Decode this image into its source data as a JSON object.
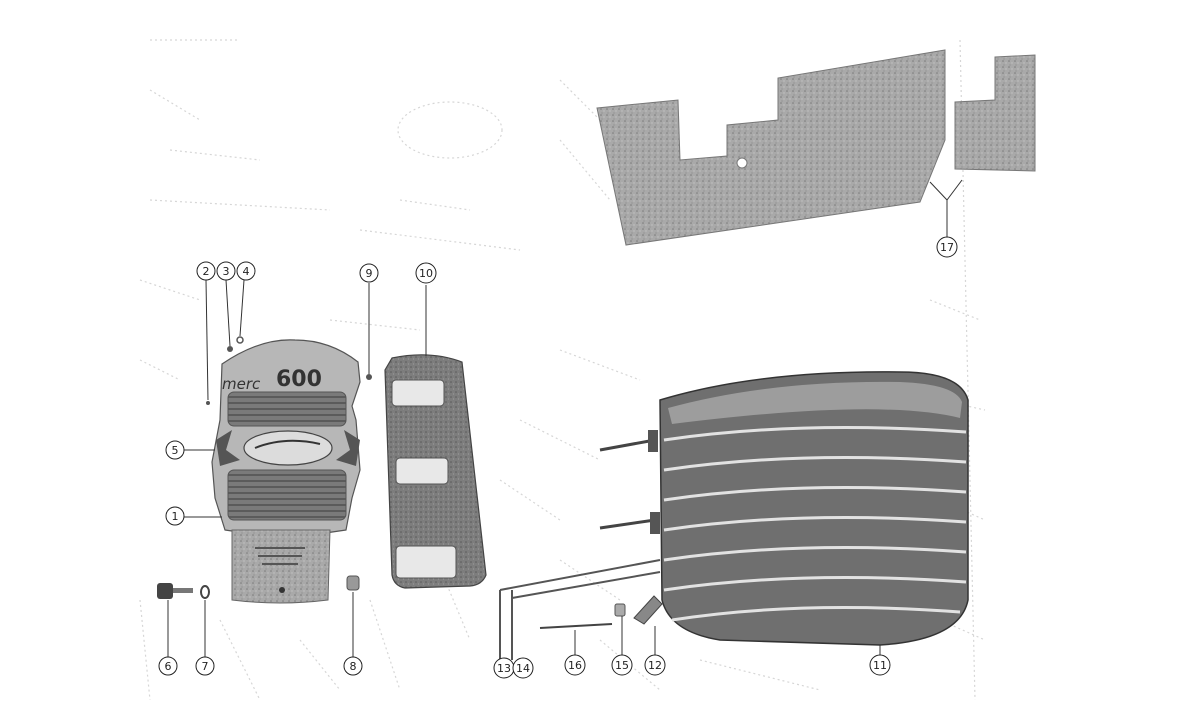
{
  "diagram": {
    "brand_label": "merc",
    "brand_number": "600",
    "callouts": [
      {
        "id": "c1",
        "label": "1"
      },
      {
        "id": "c2",
        "label": "2"
      },
      {
        "id": "c3",
        "label": "3"
      },
      {
        "id": "c4",
        "label": "4"
      },
      {
        "id": "c5",
        "label": "5"
      },
      {
        "id": "c6",
        "label": "6"
      },
      {
        "id": "c7",
        "label": "7"
      },
      {
        "id": "c8",
        "label": "8"
      },
      {
        "id": "c9",
        "label": "9"
      },
      {
        "id": "c10",
        "label": "10"
      },
      {
        "id": "c11",
        "label": "11"
      },
      {
        "id": "c12",
        "label": "12"
      },
      {
        "id": "c13",
        "label": "13"
      },
      {
        "id": "c14",
        "label": "14"
      },
      {
        "id": "c15",
        "label": "15"
      },
      {
        "id": "c16",
        "label": "16"
      },
      {
        "id": "c17",
        "label": "17"
      }
    ],
    "colors": {
      "ink": "#222222",
      "part_gray": "#9a9a9a",
      "part_dark": "#6f6f6f",
      "part_light": "#c8c8c8",
      "ghost": "#d9d9d9"
    }
  }
}
